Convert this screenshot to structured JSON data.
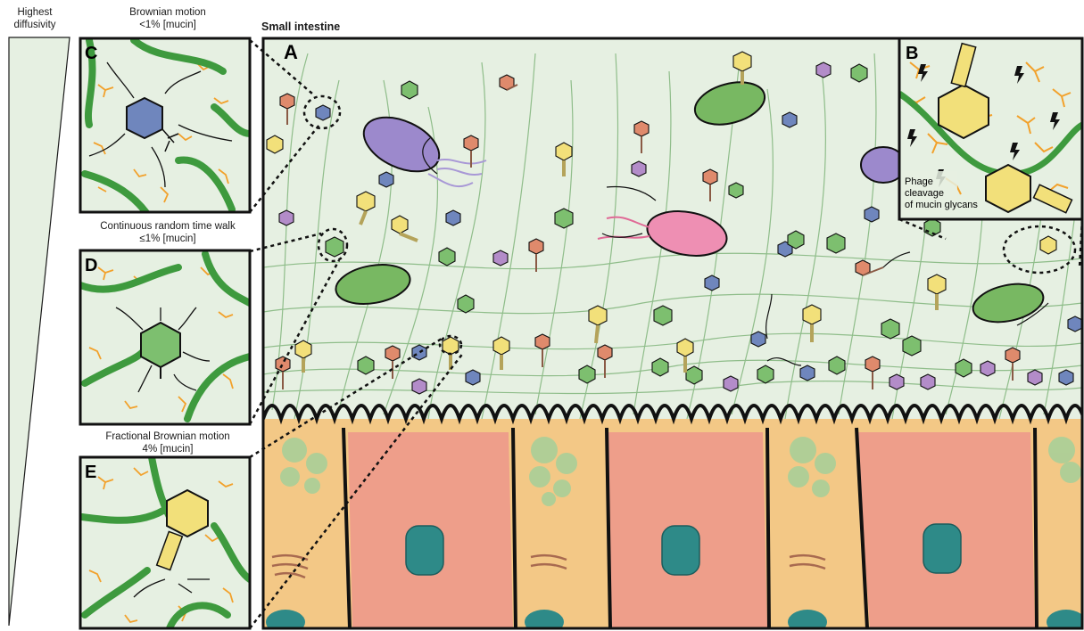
{
  "diffusivity": {
    "label_line1": "Highest",
    "label_line2": "diffusivity"
  },
  "panel_c": {
    "letter": "C",
    "title": "Brownian motion",
    "condition": "<1% [mucin]"
  },
  "panel_d": {
    "letter": "D",
    "title": "Continuous random time walk",
    "condition": "≤1% [mucin]"
  },
  "panel_e": {
    "letter": "E",
    "title": "Fractional Brownian motion",
    "condition": "4% [mucin]"
  },
  "panel_a": {
    "letter": "A",
    "title": "Small intestine"
  },
  "panel_b": {
    "letter": "B",
    "caption_line1": "Phage",
    "caption_line2": "cleavage",
    "caption_line3": "of mucin glycans"
  },
  "colors": {
    "mucus_bg": "#e6f0e2",
    "mucin_fiber": "#3e9a3e",
    "glycan": "#f2a12b",
    "enterocyte": "#ee9e8a",
    "goblet": "#f3c886",
    "nucleus": "#2e8a88",
    "phage_blue": "#6f86bd",
    "phage_green": "#7dbf6f",
    "phage_yellow": "#f2e07a",
    "phage_red": "#df8a6c",
    "phage_purple": "#b38cc9",
    "bacteria_purple": "#9c89cc",
    "bacteria_pink": "#ee8fb3",
    "bacteria_green": "#78b862"
  }
}
